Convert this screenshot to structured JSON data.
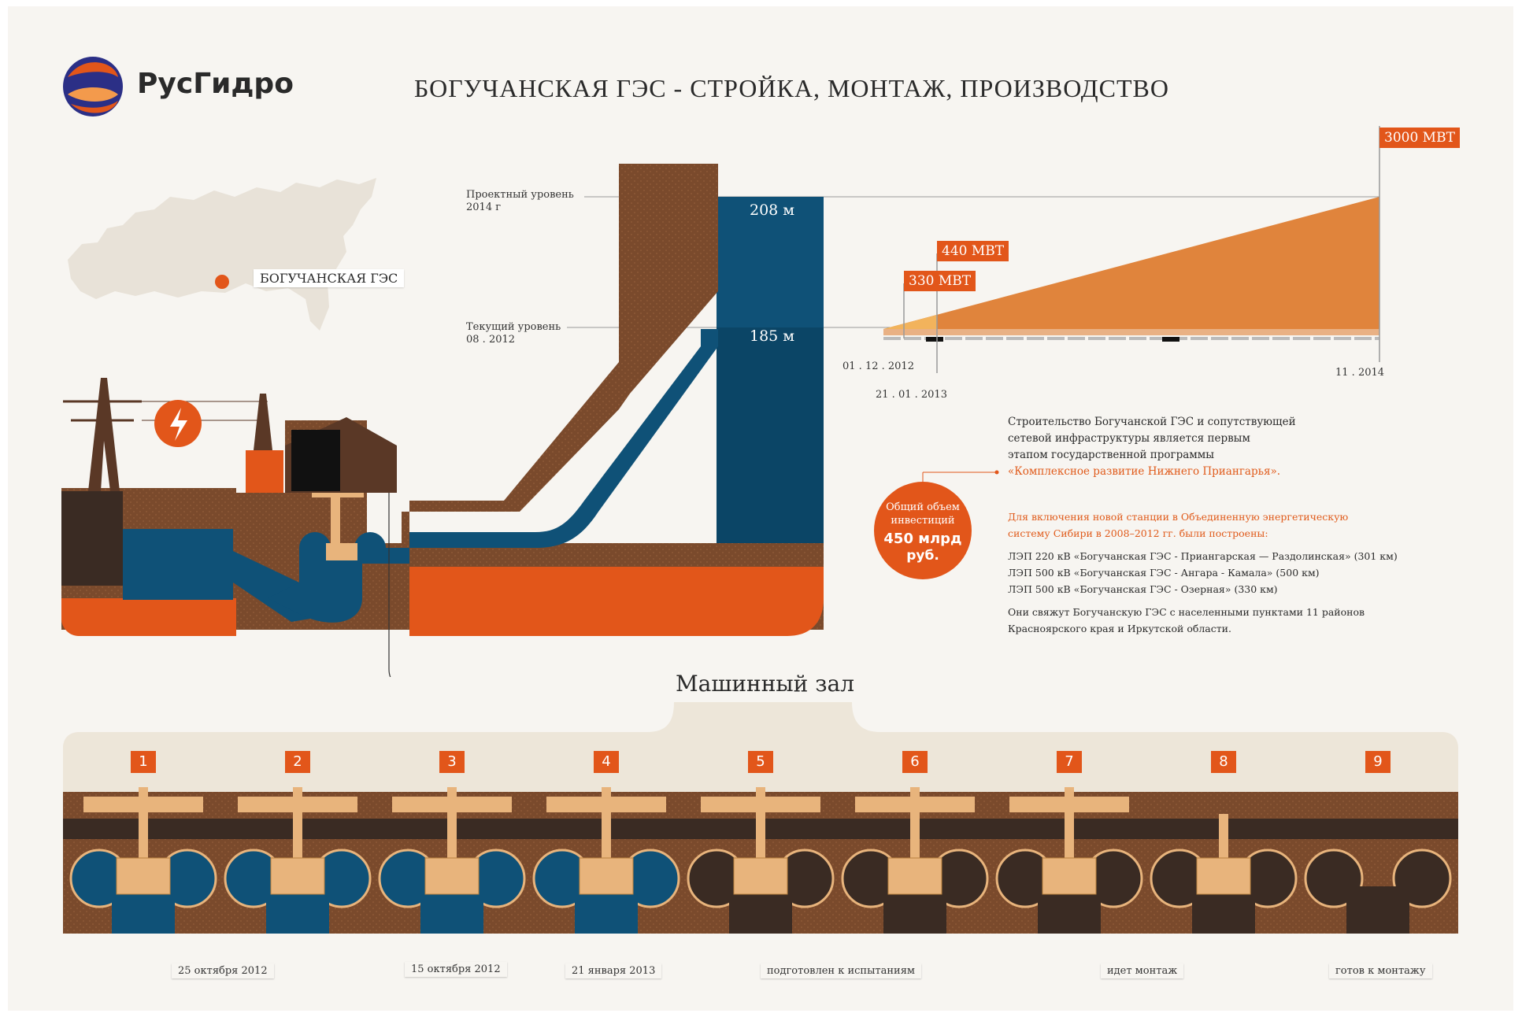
{
  "brand": {
    "name": "РусГидро"
  },
  "title": "БОГУЧАНСКАЯ ГЭС - СТРОЙКА, МОНТАЖ, ПРОИЗВОДСТВО",
  "map": {
    "station_label": "БОГУЧАНСКАЯ ГЭС"
  },
  "levels": {
    "design_label_line1": "Проектный уровень",
    "design_label_line2": "2014 г",
    "design_value": "208 м",
    "current_label_line1": "Текущий уровень",
    "current_label_line2": "08 . 2012",
    "current_value": "185 м"
  },
  "power_chart": {
    "flags": [
      {
        "label": "330 МВТ",
        "date": "01 . 12 . 2012",
        "mw": 330
      },
      {
        "label": "440 МВТ",
        "date": "21 . 01 . 2013",
        "mw": 440
      },
      {
        "label": "3000 МВТ",
        "date": "11 . 2014",
        "mw": 3000
      }
    ]
  },
  "info": {
    "intro_line1": "Строительство Богучанской ГЭС и сопутствующей",
    "intro_line2": "сетевой инфраструктуры является первым",
    "intro_line3": "этапом государственной программы",
    "program": "«Комплексное развитие Нижнего Приангарья».",
    "grid_line1": "Для включения новой станции в Объединенную энергетическую",
    "grid_line2": "систему Сибири в 2008–2012 гг. были построены:",
    "lines": [
      "ЛЭП 220 кВ «Богучанская ГЭС - Приангарская — Раздолинская» (301 км)",
      "ЛЭП 500 кВ «Богучанская ГЭС - Ангара - Камала» (500 км)",
      "ЛЭП 500 кВ «Богучанская ГЭС - Озерная» (330 км)"
    ],
    "connect_line1": "Они свяжут Богучанскую ГЭС с населенными пунктами 11 районов",
    "connect_line2": "Красноярского края и Иркутской области."
  },
  "investment": {
    "label_line1": "Общий объем",
    "label_line2": "инвестиций",
    "value": "450 млрд",
    "unit": "руб."
  },
  "machine_hall": {
    "title": "Машинный зал",
    "units": [
      "1",
      "2",
      "3",
      "4",
      "5",
      "6",
      "7",
      "8",
      "9"
    ],
    "status_labels": [
      "25 октября 2012",
      "15 октября 2012",
      "21 января 2013",
      "подготовлен к испытаниям",
      "идет монтаж",
      "готов к монтажу"
    ]
  },
  "colors": {
    "water": "#0f5177",
    "earth": "#7a4a2c",
    "accent": "#e2561a",
    "chart_fill": "#e0843c",
    "turbine": "#e8b47c",
    "dark": "#3a2b23"
  }
}
